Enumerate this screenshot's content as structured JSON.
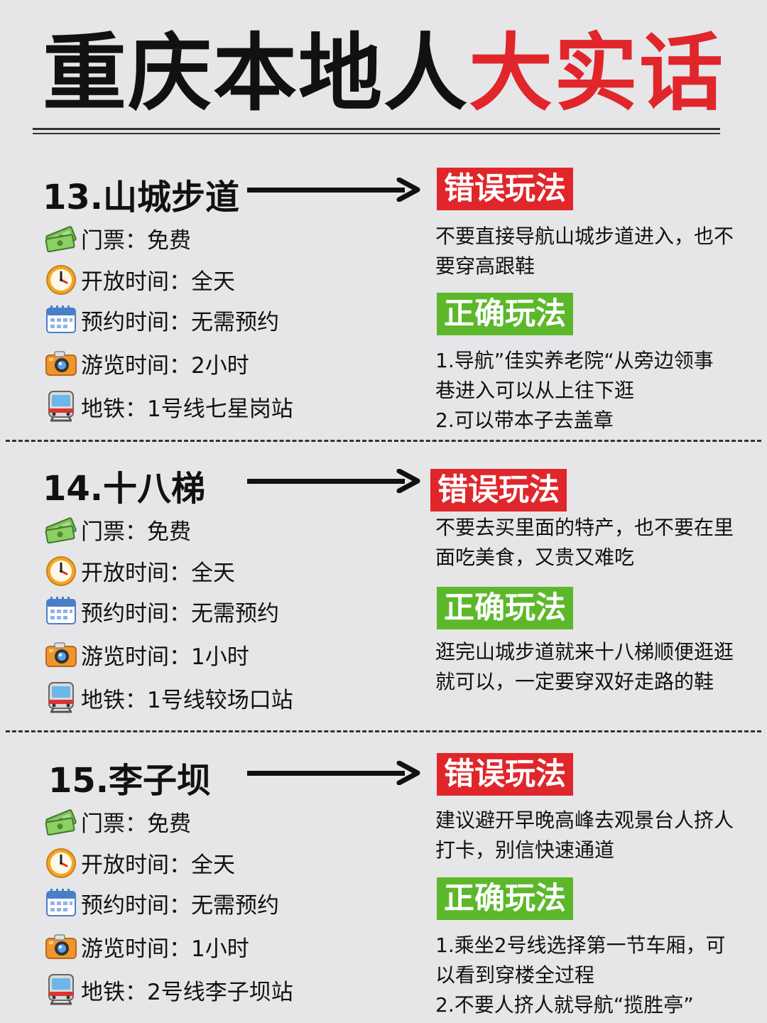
{
  "header": {
    "title_black": "重庆本地人",
    "title_red": "大实话"
  },
  "colors": {
    "red": "#e0262b",
    "green": "#5cb82a",
    "background": "#e6e6e8"
  },
  "sections": [
    {
      "title": "13.山城步道",
      "info": [
        {
          "icon": "money-icon",
          "text": "门票：免费"
        },
        {
          "icon": "clock-icon",
          "text": "开放时间：全天"
        },
        {
          "icon": "calendar-icon",
          "text": "预约时间：无需预约"
        },
        {
          "icon": "camera-icon",
          "text": "游览时间：2小时"
        },
        {
          "icon": "metro-icon",
          "text": "地铁：1号线七星岗站"
        }
      ],
      "wrong_label": "错误玩法",
      "wrong_text": [
        "不要直接导航山城步道进入，也不",
        "要穿高跟鞋"
      ],
      "right_label": "正确玩法",
      "right_text": [
        "1.导航”佳实养老院“从旁边领事",
        "巷进入可以从上往下逛",
        "2.可以带本子去盖章"
      ]
    },
    {
      "title": "14.十八梯",
      "info": [
        {
          "icon": "money-icon",
          "text": "门票：免费"
        },
        {
          "icon": "clock-icon",
          "text": "开放时间：全天"
        },
        {
          "icon": "calendar-icon",
          "text": "预约时间：无需预约"
        },
        {
          "icon": "camera-icon",
          "text": "游览时间：1小时"
        },
        {
          "icon": "metro-icon",
          "text": "地铁：1号线较场口站"
        }
      ],
      "wrong_label": "错误玩法",
      "wrong_text": [
        "不要去买里面的特产，也不要在里",
        "面吃美食，又贵又难吃"
      ],
      "right_label": "正确玩法",
      "right_text": [
        "逛完山城步道就来十八梯顺便逛逛",
        "就可以，一定要穿双好走路的鞋"
      ]
    },
    {
      "title": "15.李子坝",
      "info": [
        {
          "icon": "money-icon",
          "text": "门票：免费"
        },
        {
          "icon": "clock-icon",
          "text": "开放时间：全天"
        },
        {
          "icon": "calendar-icon",
          "text": "预约时间：无需预约"
        },
        {
          "icon": "camera-icon",
          "text": "游览时间：1小时"
        },
        {
          "icon": "metro-icon",
          "text": "地铁：2号线李子坝站"
        }
      ],
      "wrong_label": "错误玩法",
      "wrong_text": [
        "建议避开早晚高峰去观景台人挤人",
        "打卡，别信快速通道"
      ],
      "right_label": "正确玩法",
      "right_text": [
        "1.乘坐2号线选择第一节车厢，可",
        "以看到穿楼全过程",
        "2.不要人挤人就导航“揽胜亭”"
      ]
    }
  ]
}
